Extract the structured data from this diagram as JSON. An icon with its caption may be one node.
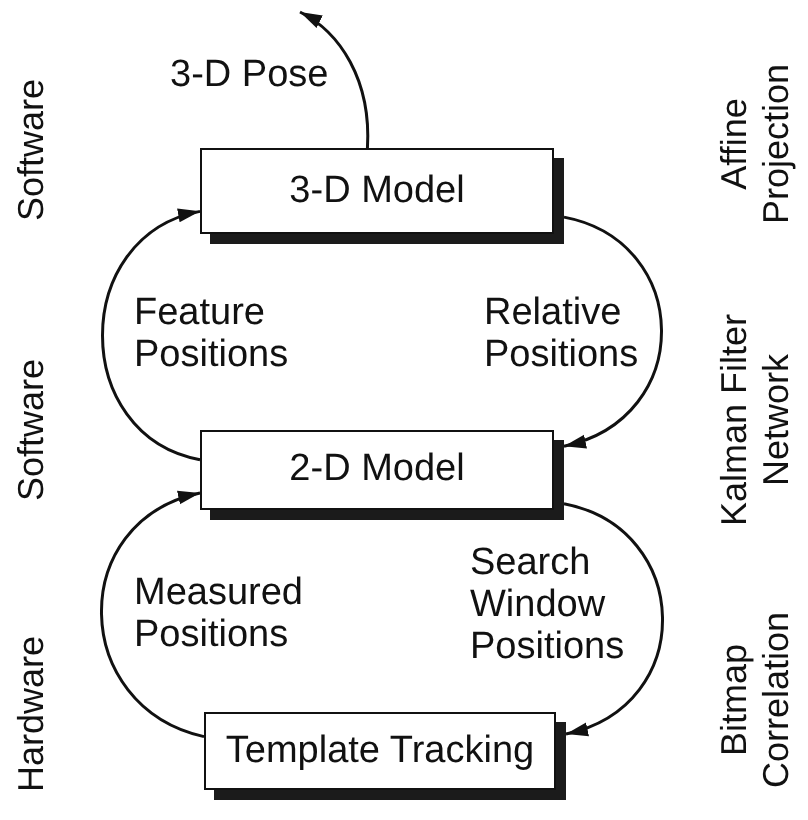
{
  "diagram": {
    "nodes": [
      {
        "text": [
          "3-D Model"
        ]
      },
      {
        "text": [
          "2-D Model"
        ]
      },
      {
        "text": [
          "Template Tracking"
        ]
      }
    ],
    "edges": [
      {
        "from": 0,
        "to": null,
        "arrow": "to",
        "label": "3-D Pose"
      },
      {
        "from": 1,
        "to": 0,
        "arrow": "to",
        "label": "Feature Positions"
      },
      {
        "from": 0,
        "to": 1,
        "arrow": "to",
        "label": "Relative Positions"
      },
      {
        "from": 2,
        "to": 1,
        "arrow": "to",
        "label": "Measured Positions"
      },
      {
        "from": 1,
        "to": 2,
        "arrow": "to",
        "label": "Search Window Positions"
      }
    ],
    "labels": [
      "Software",
      "Affine Projection",
      "Software",
      "Kalman Filter Network",
      "Hardware",
      "Bitmap Correlation"
    ]
  }
}
